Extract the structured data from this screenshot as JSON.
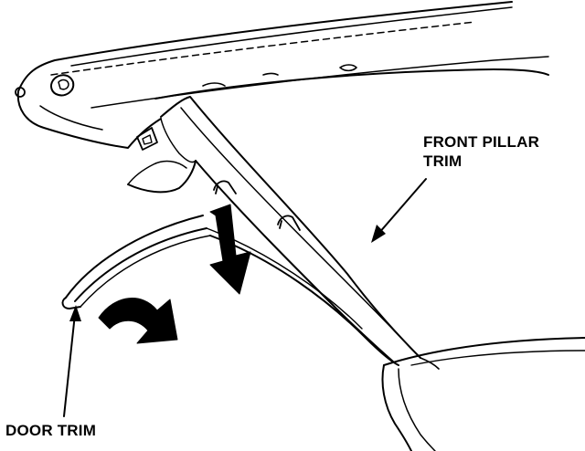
{
  "labels": {
    "front_pillar_line1": "FRONT PILLAR",
    "front_pillar_line2": "TRIM",
    "door_trim": "DOOR TRIM"
  },
  "colors": {
    "ink": "#000000",
    "paper": "#ffffff"
  }
}
